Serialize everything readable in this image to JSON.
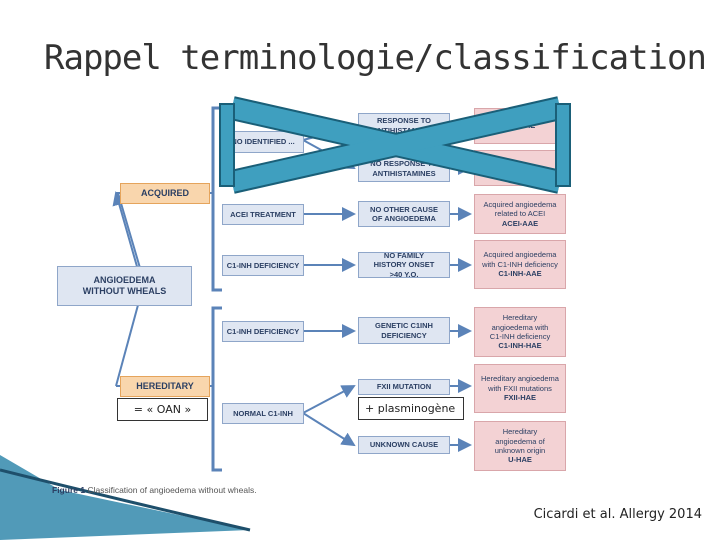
{
  "title": "Rappel terminologie/classification",
  "diagram": {
    "root": "ANGIOEDEMA WITHOUT WHEALS",
    "acquired": "ACQUIRED",
    "hereditary": "HEREDITARY",
    "mid": {
      "no_identified": "NO IDENTIFIED ...",
      "acei_treatment": "ACEI TREATMENT",
      "c1inh_def_acquired": "C1-INH DEFICIENCY",
      "c1inh_def_hereditary": "C1-INH DEFICIENCY",
      "normal_c1inh": "NORMAL C1-INH"
    },
    "right": {
      "response_antihistamines": "RESPONSE TO ANTIHISTAMINES",
      "no_response_antihistamines": "NO RESPONSE TO ANTIHISTAMINES",
      "no_other_cause": "NO OTHER CAUSE OF ANGIOEDEMA",
      "no_family_history": "NO FAMILY HISTORY ONSET >40 Y.O.",
      "genetic_c1inh": "GENETIC C1INH DEFICIENCY",
      "fxii_mutation": "FXII MUTATION",
      "unknown_cause": "UNKNOWN CAUSE"
    },
    "outcomes": {
      "histaminergic": "InH-AAE",
      "non_histaminergic": "InH-AAE",
      "acei_aae_desc": "Acquired angioedema related to ACEI",
      "acei_aae_code": "ACEI-AAE",
      "c1inh_aae_desc": "Acquired angioedema with C1-INH deficiency",
      "c1inh_aae_code": "C1-INH-AAE",
      "c1inh_hae_desc": "Hereditary angioedema with C1-INH deficiency",
      "c1inh_hae_code": "C1-INH-HAE",
      "fxii_hae_desc": "Hereditary angioedema with FXII mutations",
      "fxii_hae_code": "FXII-HAE",
      "u_hae_desc": "Hereditary angioedema of unknown origin",
      "u_hae_code": "U-HAE"
    },
    "notes": {
      "oan": "= « OAN »",
      "plasminogen": "+ plasminogène"
    },
    "caption_label": "Figure 1",
    "caption_text": "Classification of angioedema without wheals."
  },
  "citation": "Cicardi et al. Allergy 2014",
  "colors": {
    "cross": "#3f9fbf",
    "arrow": "#5b83b8",
    "box_blue": "#dfe6f2",
    "box_orange": "#f9d6ad",
    "box_pink": "#f3d2d4"
  }
}
